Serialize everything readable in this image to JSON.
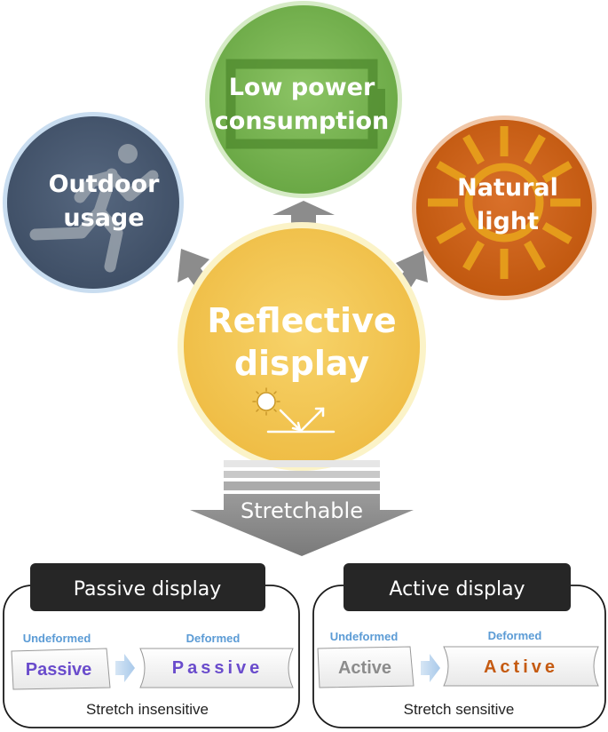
{
  "colors": {
    "outdoor": "#44546a",
    "power": "#70ad47",
    "light": "#c55a11",
    "reflective": "#f2c34d",
    "arrow": "#8c8c8c",
    "passive_text": "#6a4ccc",
    "active_text": "#c55a11",
    "state_text": "#5b9bd5"
  },
  "circles": {
    "outdoor": {
      "line1": "Outdoor",
      "line2": "usage",
      "icon": "running-person-icon"
    },
    "power": {
      "line1": "Low power",
      "line2": "consumption",
      "icon": "battery-icon"
    },
    "light": {
      "line1": "Natural",
      "line2": "light",
      "icon": "sun-icon"
    },
    "reflective": {
      "line1": "Reflective",
      "line2": "display",
      "icon": "light-reflection-icon"
    }
  },
  "stretchable": {
    "label": "Stretchable"
  },
  "passive": {
    "title": "Passive display",
    "undeformed_label": "Undeformed",
    "deformed_label": "Deformed",
    "sample_text": "Passive",
    "caption": "Stretch insensitive"
  },
  "active": {
    "title": "Active display",
    "undeformed_label": "Undeformed",
    "deformed_label": "Deformed",
    "sample_text": "Active",
    "caption": "Stretch sensitive"
  }
}
